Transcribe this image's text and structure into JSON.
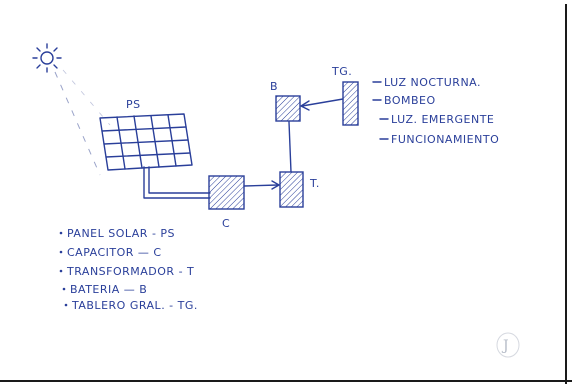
{
  "colors": {
    "ink": "#2a3f9a",
    "paper": "#ffffff",
    "edge": "#1a1a1a"
  },
  "diagram": {
    "nodes": {
      "ps": {
        "label": "PS"
      },
      "c": {
        "label": "C"
      },
      "t": {
        "label": "T."
      },
      "b": {
        "label": "B"
      },
      "tg": {
        "label": "TG."
      }
    },
    "outputs": [
      "LUZ NOCTURNA.",
      "BOMBEO",
      "LUZ. EMERGENTE",
      "FUNCIONAMIENTO"
    ],
    "legend": [
      "PANEL SOLAR - PS",
      "CAPACITOR — C",
      "TRANSFORMADOR - T",
      "BATERIA — B",
      "TABLERO GRAL. - TG."
    ],
    "page_mark": "J",
    "icons": {
      "sun": "sun-icon"
    }
  }
}
